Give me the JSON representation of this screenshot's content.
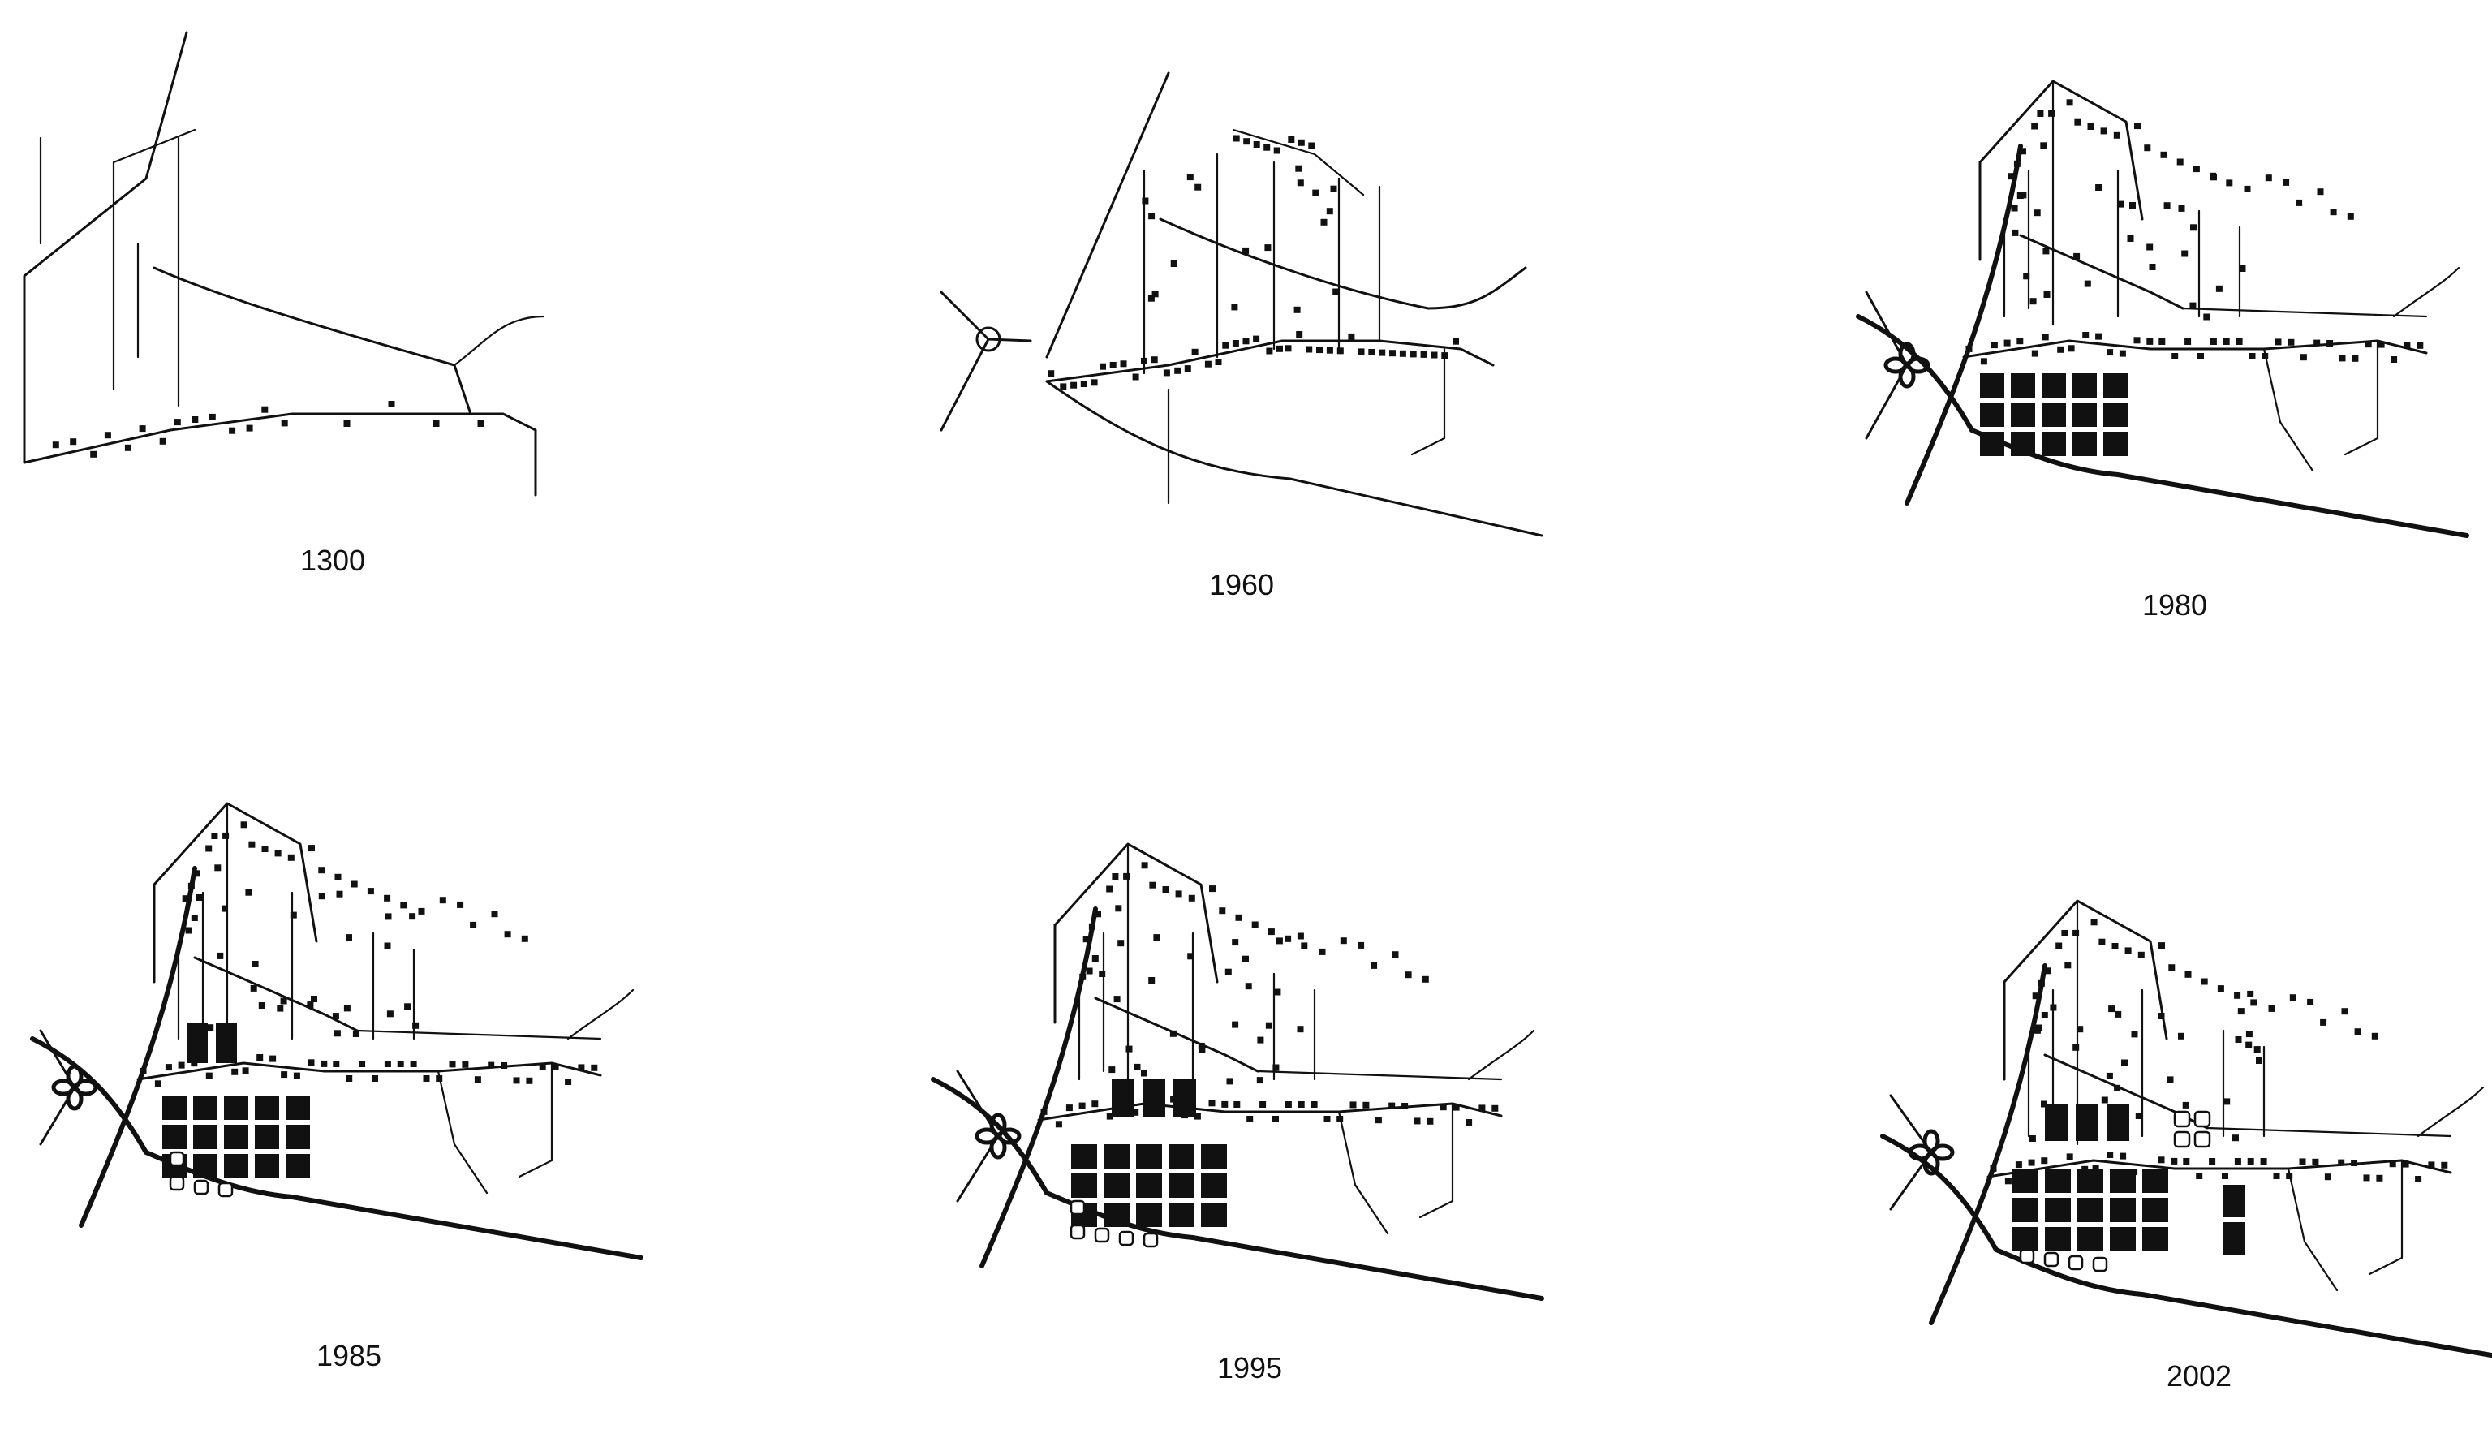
{
  "figure": {
    "panels": [
      {
        "year": "1300",
        "stage": 0
      },
      {
        "year": "1960",
        "stage": 1
      },
      {
        "year": "1980",
        "stage": 2
      },
      {
        "year": "1985",
        "stage": 3
      },
      {
        "year": "1995",
        "stage": 4
      },
      {
        "year": "2002",
        "stage": 5
      }
    ]
  }
}
